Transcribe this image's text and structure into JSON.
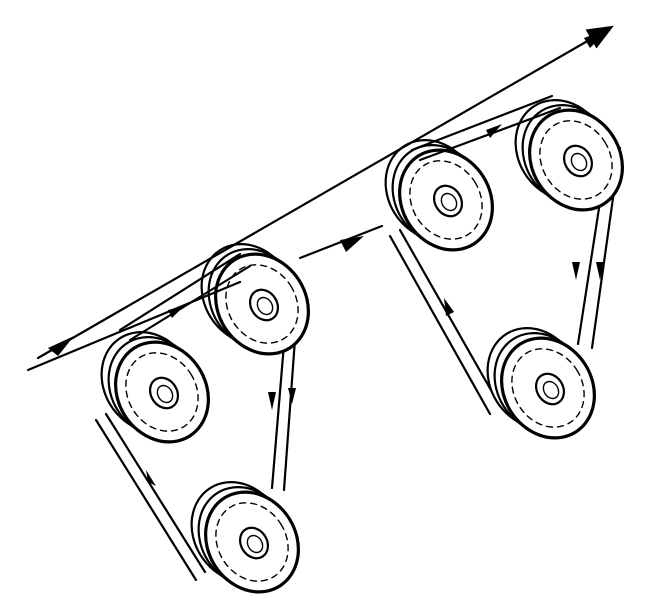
{
  "diagram": {
    "title": "",
    "colors": {
      "ink": "#000000",
      "paper": "#ffffff"
    },
    "icons": {
      "arrowhead": "arrowhead-icon"
    },
    "groups": [
      "left-pulley-cluster",
      "right-pulley-cluster"
    ],
    "pulley_count": 6,
    "grooves_per_pulley": 3
  }
}
